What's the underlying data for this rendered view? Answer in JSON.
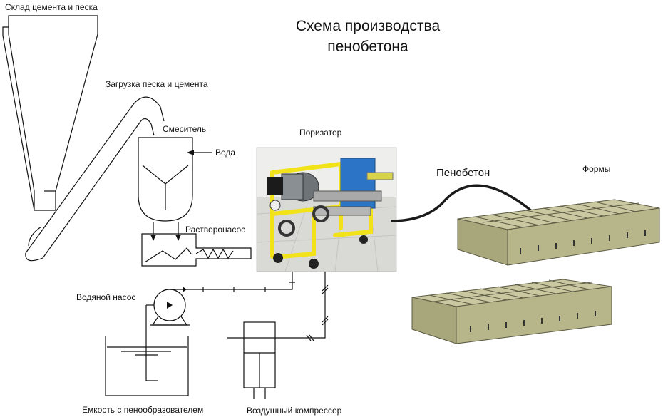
{
  "title": {
    "line1": "Схема производства",
    "line2": "пенобетона"
  },
  "labels": {
    "storage": "Склад цемента и песка",
    "loading": "Загрузка песка и цемента",
    "mixer": "Смеситель",
    "water": "Вода",
    "mortar_pump": "Растворонасос",
    "porizator": "Поризатор",
    "foam_concrete": "Пенобетон",
    "molds": "Формы",
    "water_pump": "Водяной насос",
    "foam_tank": "Емкость с пенообразователем",
    "compressor": "Воздушный компрессор"
  },
  "colors": {
    "line": "#111111",
    "machine_frame": "#f2e21a",
    "mold_top": "#c9c8a0",
    "mold_side": "#b7b68a",
    "mold_edge": "#5b5a44",
    "floor": "#d9d9d6",
    "hose": "#1a1a1a"
  }
}
